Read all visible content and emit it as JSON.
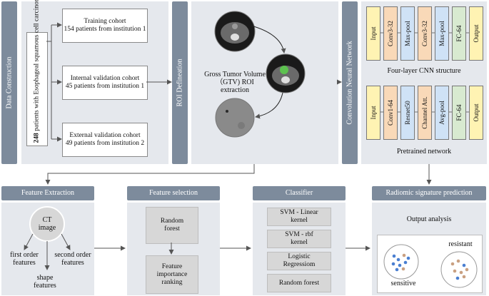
{
  "sections": {
    "data_construction": "Data Construction",
    "roi_definition": "ROI Defineation",
    "cnn": "Convolution Neural Network"
  },
  "data_construction": {
    "patients_count": "248",
    "patients_text": " patients with Esophageal squamous cell carcinoma",
    "training": "Training cohort\n154 patients from institution 1",
    "internal": "Internal validation cohort\n45 patients from institution 1",
    "external": "External validation cohort\n49 patients from institution 2"
  },
  "roi": {
    "label": "Gross Tumor Volume（GTV) ROI extraction"
  },
  "cnn": {
    "four_layer_layers": [
      "Input",
      "Conv3-32",
      "Max-pool",
      "Conv3-32",
      "Max-pool",
      "FC-64",
      "Output"
    ],
    "four_layer_title": "Four-layer CNN structure",
    "pretrained_layers": [
      "Input",
      "Conv1-64",
      "Resnet50",
      "Channel Att.",
      "Avg-pool",
      "FC-64",
      "Output"
    ],
    "pretrained_title": "Pretrained network",
    "layer_colors": [
      "#fff3b3",
      "#f9d9b8",
      "#cfe2f6",
      "#f9d9b8",
      "#cfe2f6",
      "#d8ead0",
      "#fff3b3"
    ],
    "pretrained_colors": [
      "#fff3b3",
      "#f9d9b8",
      "#cfe2f6",
      "#f9d9b8",
      "#cfe2f6",
      "#d8ead0",
      "#fff3b3"
    ]
  },
  "feature_extraction": {
    "header": "Feature Extraction",
    "ct_image": "CT\nimage",
    "first_order": "first order\nfeatures",
    "second_order": "second order\nfeatures",
    "shape": "shape\nfeatures"
  },
  "feature_selection": {
    "header": "Feature selection",
    "random_forest": "Random\nforest",
    "ranking": "Feature\nimportance\nranking"
  },
  "classifier": {
    "header": "Classifier",
    "items": [
      "SVM - Linear\nkernel",
      "SVM - rbf\nkernel",
      "Logistic\nRegressiom",
      "Random forest"
    ]
  },
  "prediction": {
    "header": "Radiomic signature prediction",
    "output_analysis": "Output analysis",
    "resistant": "resistant",
    "sensitive": "sensitive"
  }
}
